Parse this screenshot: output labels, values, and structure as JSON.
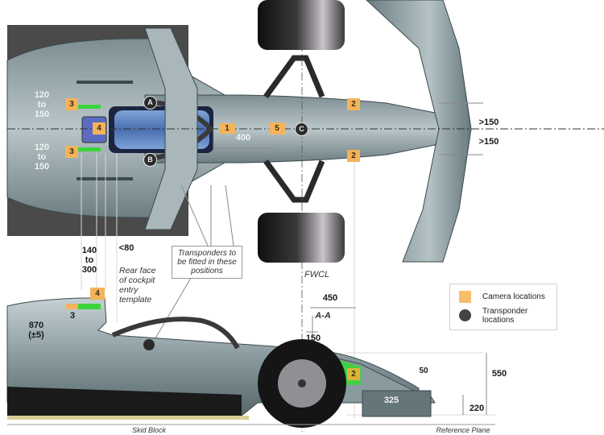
{
  "diagram": {
    "subject": "F1 car camera and transponder locations (plan and side view)",
    "colors": {
      "camera": "#f3b35a",
      "transponder": "#2b2b2b",
      "highlight_green": "#3cd43c",
      "body": "#8d9ea3",
      "tyre": "#1e1e1e"
    }
  },
  "plan_view": {
    "cameras": [
      {
        "id": "1",
        "label": "1"
      },
      {
        "id": "2-top",
        "label": "2"
      },
      {
        "id": "2-bottom",
        "label": "2"
      },
      {
        "id": "3-top",
        "label": "3"
      },
      {
        "id": "3-bottom",
        "label": "3"
      },
      {
        "id": "4",
        "label": "4"
      },
      {
        "id": "5",
        "label": "5"
      }
    ],
    "transponders": [
      {
        "id": "A",
        "label": "A"
      },
      {
        "id": "B",
        "label": "B"
      },
      {
        "id": "C",
        "label": "C"
      }
    ],
    "dimensions": {
      "top_offset": [
        "120",
        "to",
        "150"
      ],
      "bottom_offset": [
        "120",
        "to",
        "150"
      ],
      "cam1_to_cam5": "400",
      "wing_upper": ">150",
      "wing_lower": ">150",
      "rear_range": [
        "140",
        "to",
        "300"
      ],
      "cockpit_gap": "<80"
    },
    "annotations": {
      "rear_face": [
        "Rear face",
        "of cockpit",
        "entry",
        "template"
      ],
      "transponder_note": [
        "Transponders to",
        "be fitted in these",
        "positions"
      ],
      "fwcl": "FWCL"
    }
  },
  "side_view": {
    "cameras": [
      {
        "id": "4",
        "label": "4"
      },
      {
        "id": "3",
        "label": "3"
      },
      {
        "id": "2",
        "label": "2"
      }
    ],
    "dimensions": {
      "height_870": "870",
      "tolerance": "(±5)",
      "d450": "450",
      "section": "A-A",
      "d150": "150",
      "d50": "50",
      "h550": "550",
      "h325": "325",
      "h220": "220"
    },
    "annotations": {
      "skid_block": "Skid Block",
      "reference_plane": "Reference Plane"
    }
  },
  "legend": {
    "camera": "Camera locations",
    "transponder_line1": "Transponder",
    "transponder_line2": "locations"
  }
}
